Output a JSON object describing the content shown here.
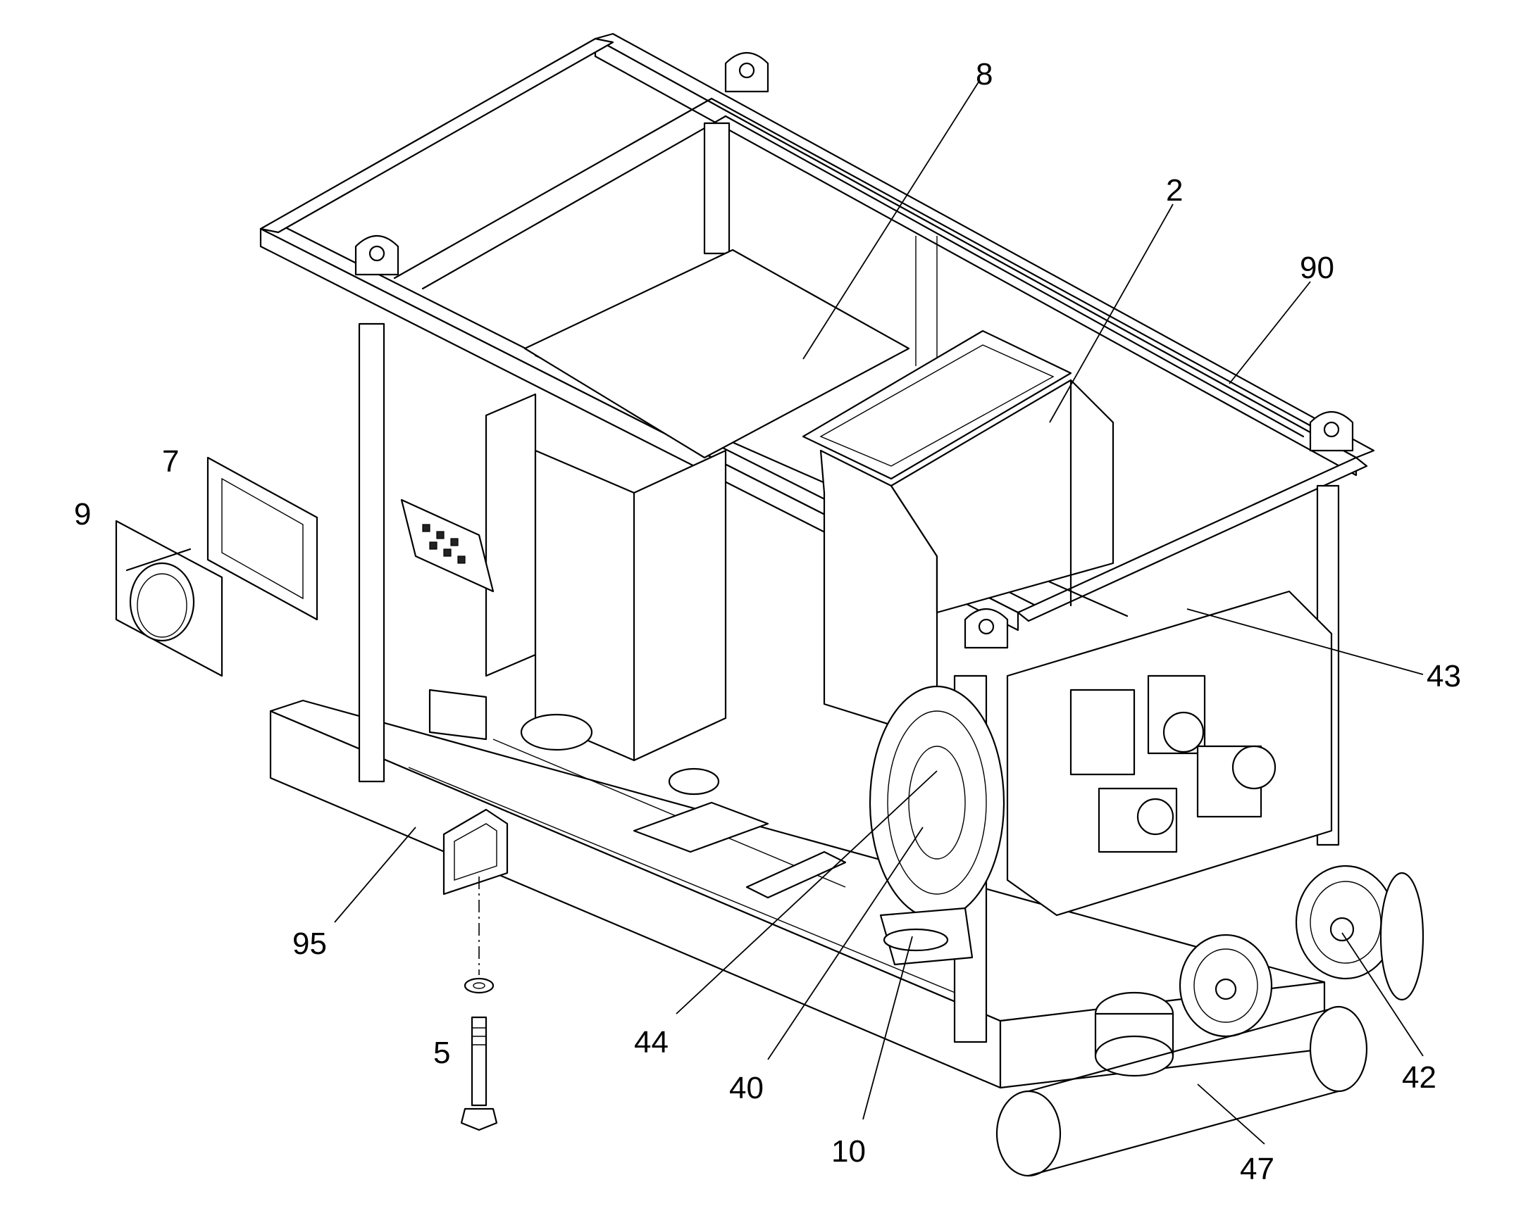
{
  "callouts": [
    {
      "id": "c8",
      "label": "8"
    },
    {
      "id": "c2",
      "label": "2"
    },
    {
      "id": "c90",
      "label": "90"
    },
    {
      "id": "c7",
      "label": "7"
    },
    {
      "id": "c9",
      "label": "9"
    },
    {
      "id": "c43",
      "label": "43"
    },
    {
      "id": "c95",
      "label": "95"
    },
    {
      "id": "c44",
      "label": "44"
    },
    {
      "id": "c5",
      "label": "5"
    },
    {
      "id": "c40",
      "label": "40"
    },
    {
      "id": "c10",
      "label": "10"
    },
    {
      "id": "c42",
      "label": "42"
    },
    {
      "id": "c47",
      "label": "47"
    }
  ]
}
